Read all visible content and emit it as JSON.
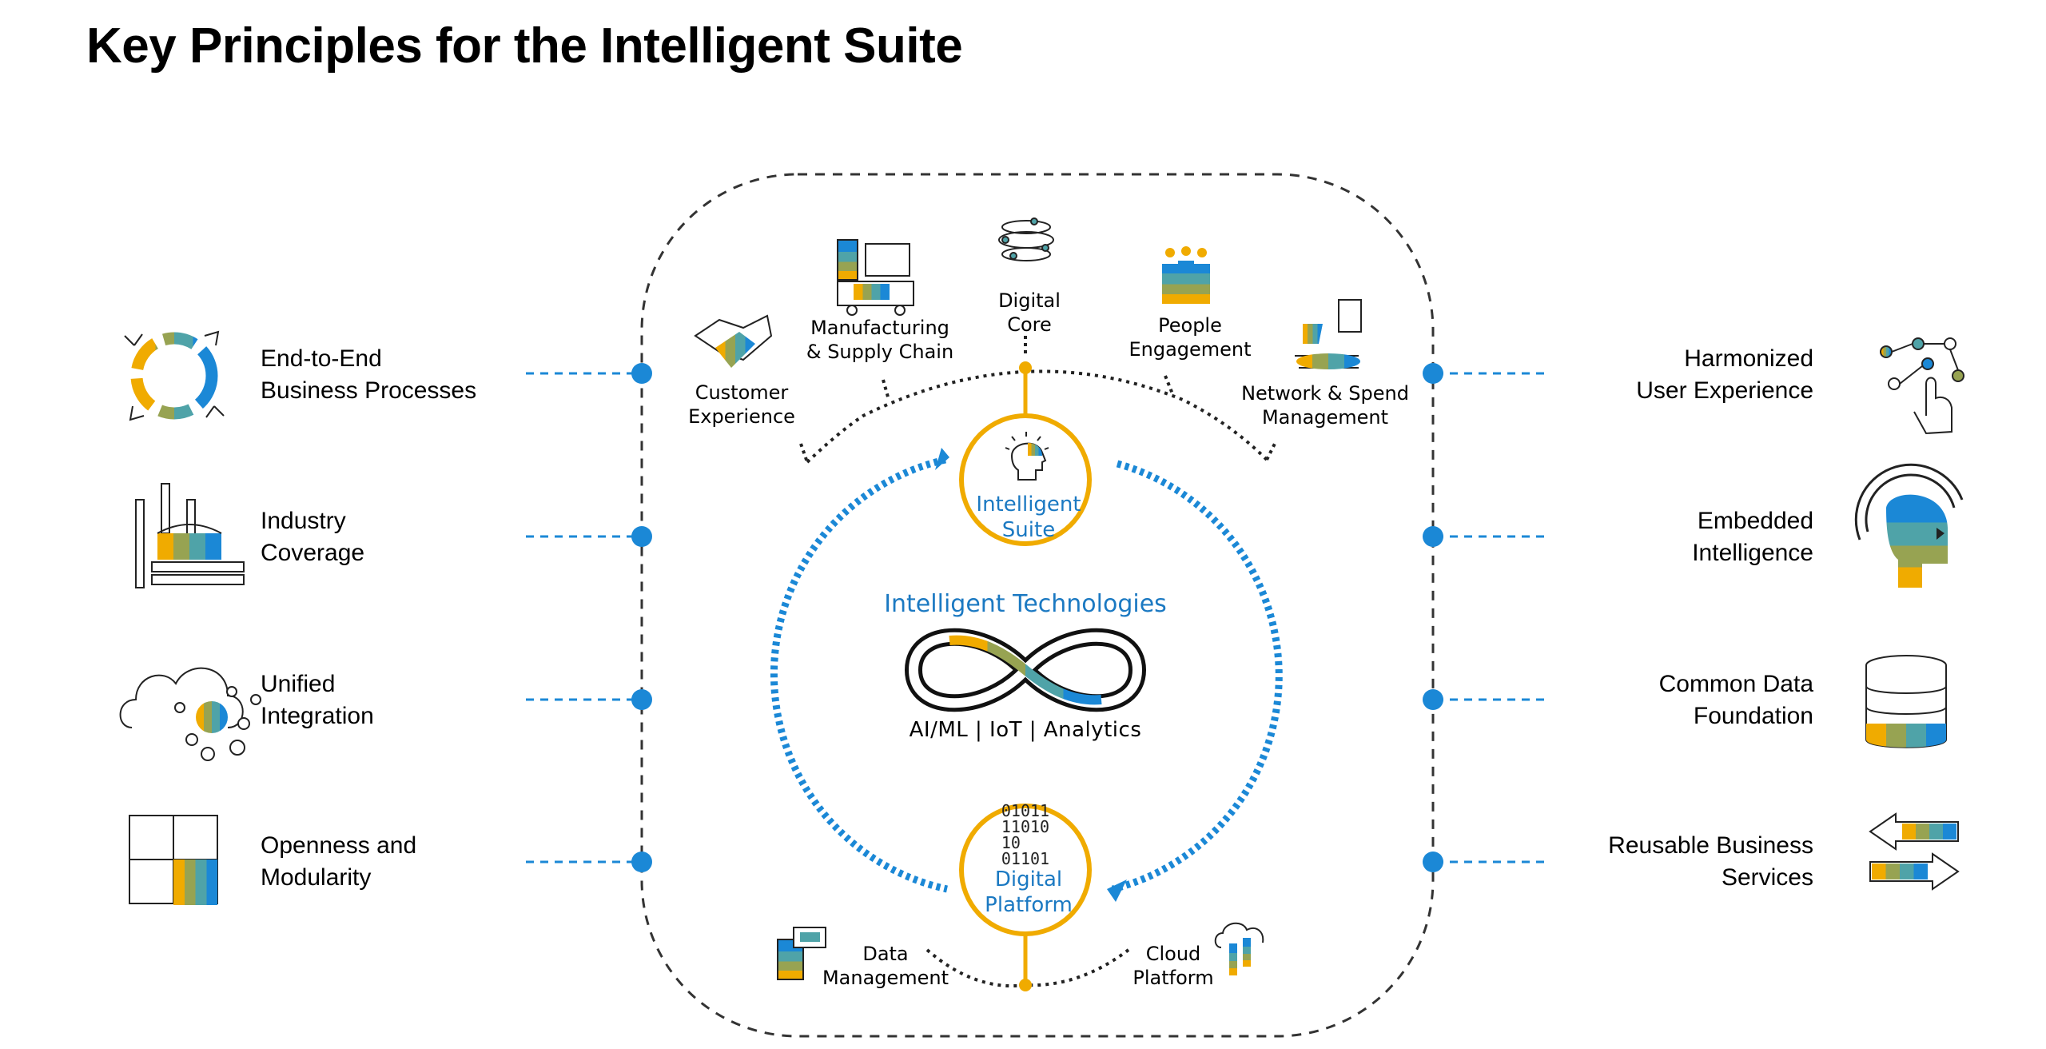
{
  "title": "Key Principles for the Intelligent Suite",
  "left_principles": [
    {
      "label": "End-to-End\nBusiness Processes",
      "icon": "circular-arrows-icon"
    },
    {
      "label": "Industry\nCoverage",
      "icon": "factory-icon"
    },
    {
      "label": "Unified\nIntegration",
      "icon": "cloud-network-icon"
    },
    {
      "label": "Openness and\nModularity",
      "icon": "puzzle-icon"
    }
  ],
  "right_principles": [
    {
      "label": "Harmonized\nUser Experience",
      "icon": "touch-interface-icon"
    },
    {
      "label": "Embedded\nIntelligence",
      "icon": "ai-head-icon"
    },
    {
      "label": "Common Data\nFoundation",
      "icon": "database-icon"
    },
    {
      "label": "Reusable Business\nServices",
      "icon": "exchange-arrows-icon"
    }
  ],
  "top_areas": [
    {
      "label": "Customer\nExperience",
      "icon": "handshake-icon"
    },
    {
      "label": "Manufacturing\n& Supply Chain",
      "icon": "truck-factory-icon"
    },
    {
      "label": "Digital\nCore",
      "icon": "core-orbit-icon"
    },
    {
      "label": "People\nEngagement",
      "icon": "people-icon"
    },
    {
      "label": "Network & Spend\nManagement",
      "icon": "network-spend-icon"
    }
  ],
  "center": {
    "suite_label": "Intelligent\nSuite",
    "technologies_title": "Intelligent Technologies",
    "technologies_sub": "AI/ML  |  IoT |  Analytics",
    "platform_label": "Digital\nPlatform",
    "binary": "01011\n11010\n10\n01101"
  },
  "bottom_areas": [
    {
      "label": "Data\nManagement",
      "icon": "data-management-icon"
    },
    {
      "label": "Cloud\nPlatform",
      "icon": "cloud-platform-icon"
    }
  ],
  "colors": {
    "orange": "#f0ab00",
    "blue": "#1b79c2",
    "dot_blue": "#1b88d6",
    "olive": "#97a352",
    "teal": "#4fa3a8"
  }
}
